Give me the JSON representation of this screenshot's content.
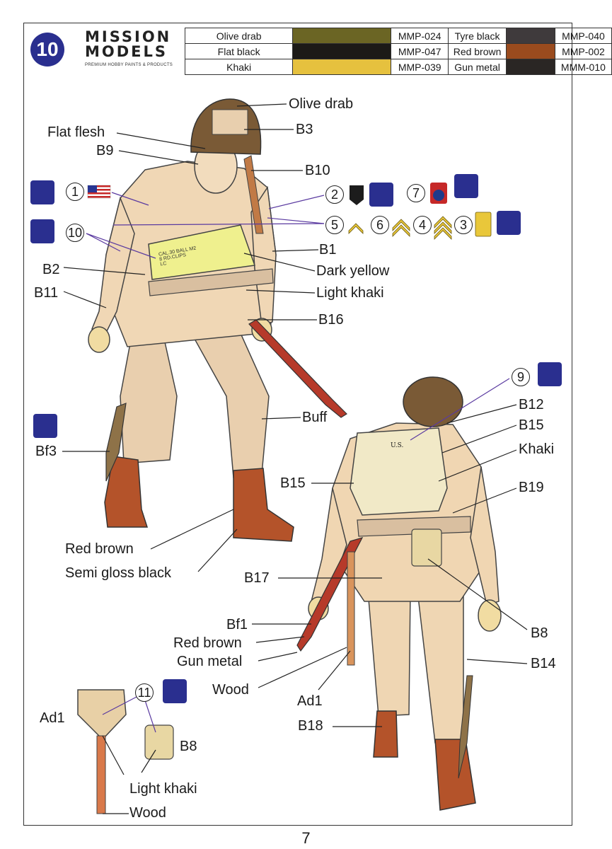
{
  "step": "10",
  "brand": {
    "line1": "MISSION",
    "line2": "MODELS",
    "tagline": "PREMIUM HOBBY PAINTS & PRODUCTS"
  },
  "paints": [
    {
      "name": "Olive drab",
      "code": "MMP-024",
      "color": "#6b6524"
    },
    {
      "name": "Flat black",
      "code": "MMP-047",
      "color": "#1c1a17"
    },
    {
      "name": "Khaki",
      "code": "MMP-039",
      "color": "#e6c13e"
    },
    {
      "name": "Tyre black",
      "code": "MMP-040",
      "color": "#3f3a3c"
    },
    {
      "name": "Red brown",
      "code": "MMP-002",
      "color": "#9a4b1e"
    },
    {
      "name": "Gun metal",
      "code": "MMM-010",
      "color": "#2a2624"
    }
  ],
  "callouts": {
    "olive_drab": "Olive drab",
    "b3": "B3",
    "flat_flesh": "Flat flesh",
    "b9": "B9",
    "b10": "B10",
    "b1": "B1",
    "b2": "B2",
    "dark_yellow": "Dark yellow",
    "b11": "B11",
    "light_khaki": "Light khaki",
    "b16": "B16",
    "buff": "Buff",
    "bf3": "Bf3",
    "red_brown": "Red brown",
    "semi_gloss_black": "Semi gloss black",
    "b12": "B12",
    "b15_right": "B15",
    "khaki": "Khaki",
    "b15_left": "B15",
    "b19": "B19",
    "b17": "B17",
    "b8_right": "B8",
    "bf1": "Bf1",
    "red_brown_2": "Red brown",
    "gun_metal": "Gun metal",
    "wood": "Wood",
    "ad1_center": "Ad1",
    "b14": "B14",
    "b18": "B18",
    "ad1_left": "Ad1",
    "b8_left": "B8",
    "light_khaki_2": "Light khaki",
    "wood_2": "Wood"
  },
  "decals": [
    "1",
    "2",
    "7",
    "5",
    "6",
    "4",
    "3",
    "10",
    "9",
    "11"
  ],
  "bag_text": {
    "line1": "CAL.30 BALL M2",
    "line2": "8 RD.CLIPS",
    "line3": "LC",
    "pack": "U.S."
  },
  "page_number": "7"
}
